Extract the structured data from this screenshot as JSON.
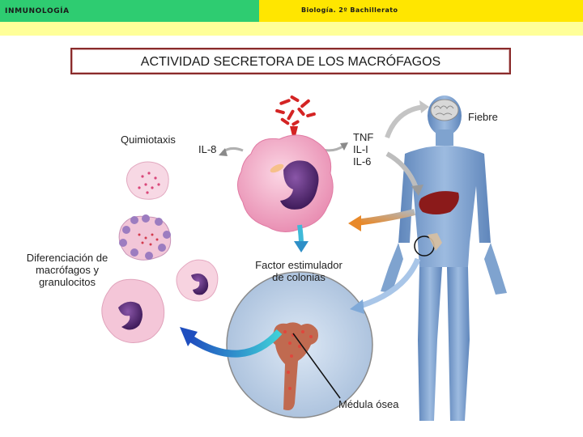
{
  "header": {
    "left_title": "INMUNOLOGÍA",
    "right_title": "Biología. 2º Bachillerato",
    "colors": {
      "left": "#2ecc71",
      "right": "#ffe600",
      "band": "#ffff99"
    }
  },
  "title": "ACTIVIDAD SECRETORA DE LOS MACRÓFAGOS",
  "labels": {
    "fever": "Fiebre",
    "chemotaxis": "Quimiotaxis",
    "il8": "IL-8",
    "tnf_lines": [
      "TNF",
      "IL-I",
      "IL-6"
    ],
    "differentiation_lines": [
      "Diferenciación de",
      "macrófagos y",
      "granulocitos"
    ],
    "csf_lines": [
      "Factor estimulador",
      "de colonias"
    ],
    "bone_marrow": "Médula ósea"
  },
  "colors": {
    "cell_body": "#f2a7c3",
    "nucleus": "#5b2d7a",
    "body_blue": "#7fa3cf",
    "liver": "#8b1a1a",
    "arrow_grey": "#bdbdbd",
    "arrow_orange": "#e8892a",
    "arrow_cyan": "#3fb9d8",
    "arrow_blue": "#1f4fbf"
  },
  "icons": [
    "bacteria-icon",
    "brain-icon",
    "liver-icon",
    "bone-icon"
  ]
}
